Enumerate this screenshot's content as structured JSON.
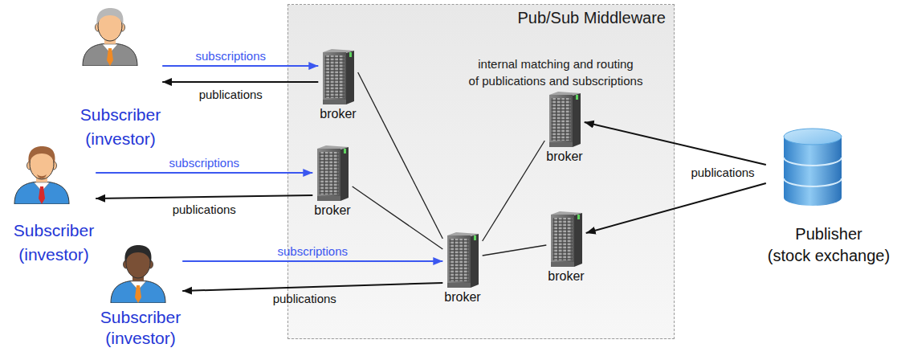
{
  "diagram": {
    "nodes": [
      {
        "text": [
          "Pub/Sub Middleware"
        ]
      },
      {
        "text": [
          "broker"
        ],
        "in": 0
      },
      {
        "text": [
          "broker"
        ],
        "in": 0
      },
      {
        "text": [
          "broker"
        ],
        "in": 0
      },
      {
        "text": [
          "broker"
        ],
        "in": 0
      },
      {
        "text": [
          "broker"
        ],
        "in": 0
      },
      {
        "text": [
          "Subscriber (investor)"
        ]
      },
      {
        "text": [
          "Subscriber (investor)"
        ]
      },
      {
        "text": [
          "Subscriber (investor)"
        ]
      },
      {
        "text": [
          "Publisher (stock exchange)"
        ]
      }
    ],
    "edges": [
      {
        "from": 6,
        "to": 1,
        "arrow": "to",
        "label": "subscriptions"
      },
      {
        "from": 1,
        "to": 6,
        "arrow": "to",
        "label": "publications"
      },
      {
        "from": 7,
        "to": 2,
        "arrow": "to",
        "label": "subscriptions"
      },
      {
        "from": 2,
        "to": 7,
        "arrow": "to",
        "label": "publications"
      },
      {
        "from": 8,
        "to": 3,
        "arrow": "to",
        "label": "subscriptions"
      },
      {
        "from": 3,
        "to": 8,
        "arrow": "to",
        "label": "publications"
      },
      {
        "from": 9,
        "to": 4,
        "arrow": "to",
        "label": "publications"
      },
      {
        "from": 9,
        "to": 5,
        "arrow": "to"
      },
      {
        "from": 1,
        "to": 3,
        "arrow": "none"
      },
      {
        "from": 2,
        "to": 3,
        "arrow": "none"
      },
      {
        "from": 3,
        "to": 4,
        "arrow": "none"
      },
      {
        "from": 3,
        "to": 5,
        "arrow": "none"
      }
    ],
    "labels": [
      "internal matching and routing of publications and subscriptions"
    ]
  }
}
